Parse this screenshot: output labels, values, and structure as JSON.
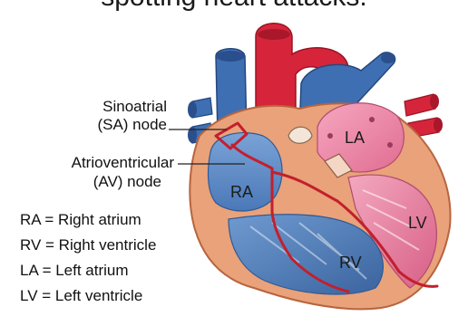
{
  "heading": {
    "text": "spotting heart attacks."
  },
  "labels": {
    "sa_line1": "Sinoatrial",
    "sa_line2": "(SA) node",
    "av_line1": "Atrioventricular",
    "av_line2": "(AV) node"
  },
  "chambers": {
    "ra": "RA",
    "la": "LA",
    "lv": "LV",
    "rv": "RV"
  },
  "legend": [
    "RA = Right atrium",
    "RV = Right ventricle",
    "LA = Left atrium",
    "LV = Left ventricle"
  ],
  "colors": {
    "vein_blue": "#3f6fb3",
    "artery_red": "#d6253a",
    "muscle_tan": "#e9a27a",
    "atrium_blue": "#5f8cc7",
    "ventricle_pink": "#e8779a",
    "conduction_red": "#c31f2c"
  }
}
